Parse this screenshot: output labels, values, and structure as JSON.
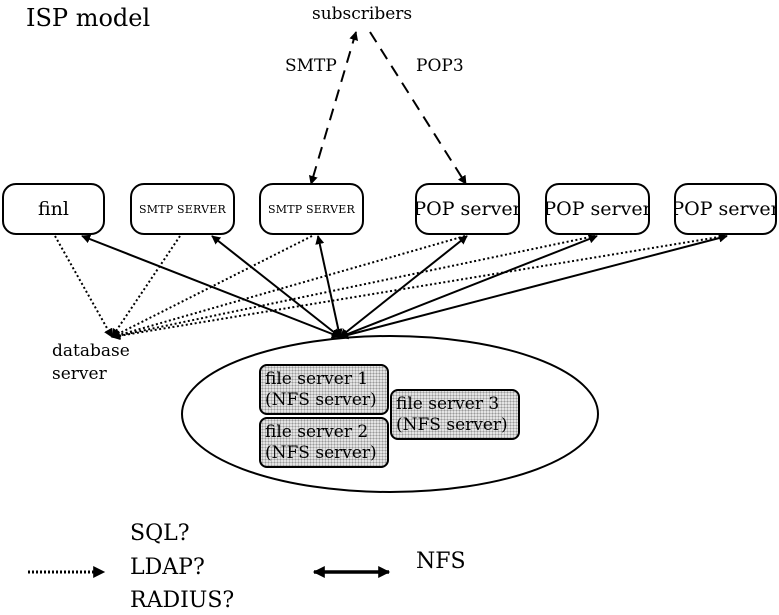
{
  "title": "ISP model",
  "subscribers": "subscribers",
  "protocols": {
    "smtp": "SMTP",
    "pop3": "POP3"
  },
  "servers": [
    {
      "label": "finl"
    },
    {
      "label": "SMTP SERVER"
    },
    {
      "label": "SMTP SERVER"
    },
    {
      "label": "POP server"
    },
    {
      "label": "POP server"
    },
    {
      "label": "POP server"
    }
  ],
  "database_server": {
    "line1": "database",
    "line2": "server"
  },
  "file_servers": [
    {
      "line1": "file server 1",
      "line2": "(NFS server)"
    },
    {
      "line1": "file server 2",
      "line2": "(NFS server)"
    },
    {
      "line1": "file server 3",
      "line2": "(NFS server)"
    }
  ],
  "legend": {
    "dotted_labels": [
      "SQL?",
      "LDAP?",
      "RADIUS?"
    ],
    "nfs_label": "NFS"
  }
}
